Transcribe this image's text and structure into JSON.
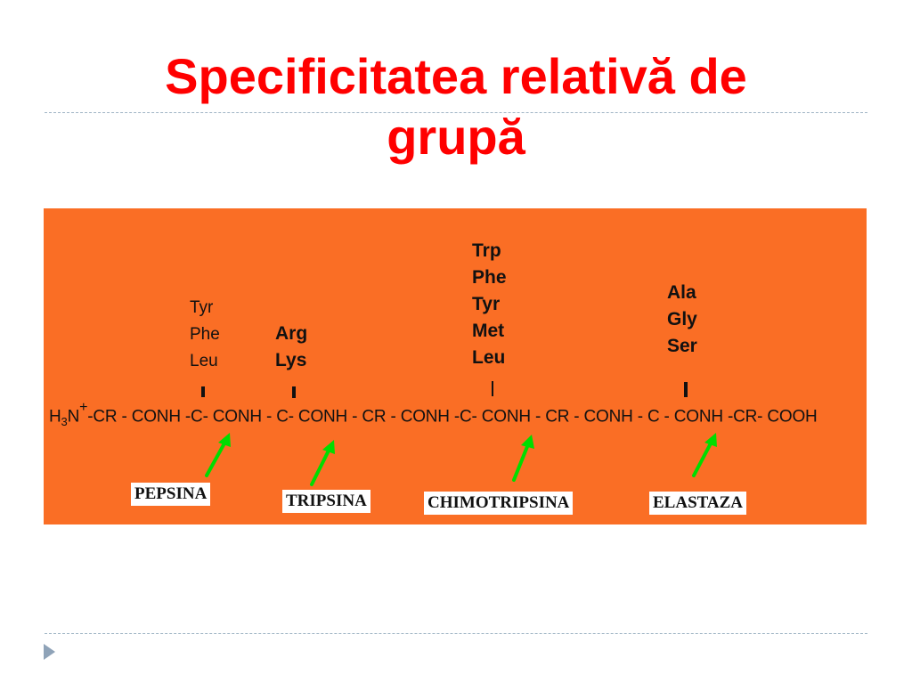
{
  "title": {
    "line1": "Specificitatea relativă de",
    "line2": "grupă"
  },
  "diagram": {
    "colors": {
      "panel": "#fa6e25",
      "title": "#ff0000",
      "arrow": "#00dd00"
    },
    "chain": "H3N+-CR - CONH -C- CONH - C- CONH - CR - CONH -C- CONH - CR - CONH - C - CONH -CR- COOH",
    "chain_parts": {
      "h": "H",
      "sub3": "3",
      "n": "N",
      "plus": "+",
      "rest": "-CR - CONH -C- CONH - C- CONH - CR - CONH -C- CONH - CR - CONH - C - CONH -CR- COOH"
    },
    "residue_groups": [
      {
        "residues": [
          "Tyr",
          "Phe",
          "Leu"
        ],
        "enzyme": "PEPSINA"
      },
      {
        "residues": [
          "Arg",
          "Lys"
        ],
        "enzyme": "TRIPSINA"
      },
      {
        "residues": [
          "Trp",
          "Phe",
          "Tyr",
          "Met",
          "Leu"
        ],
        "enzyme": "CHIMOTRIPSINA"
      },
      {
        "residues": [
          "Ala",
          "Gly",
          "Ser"
        ],
        "enzyme": "ELASTAZA"
      }
    ]
  }
}
